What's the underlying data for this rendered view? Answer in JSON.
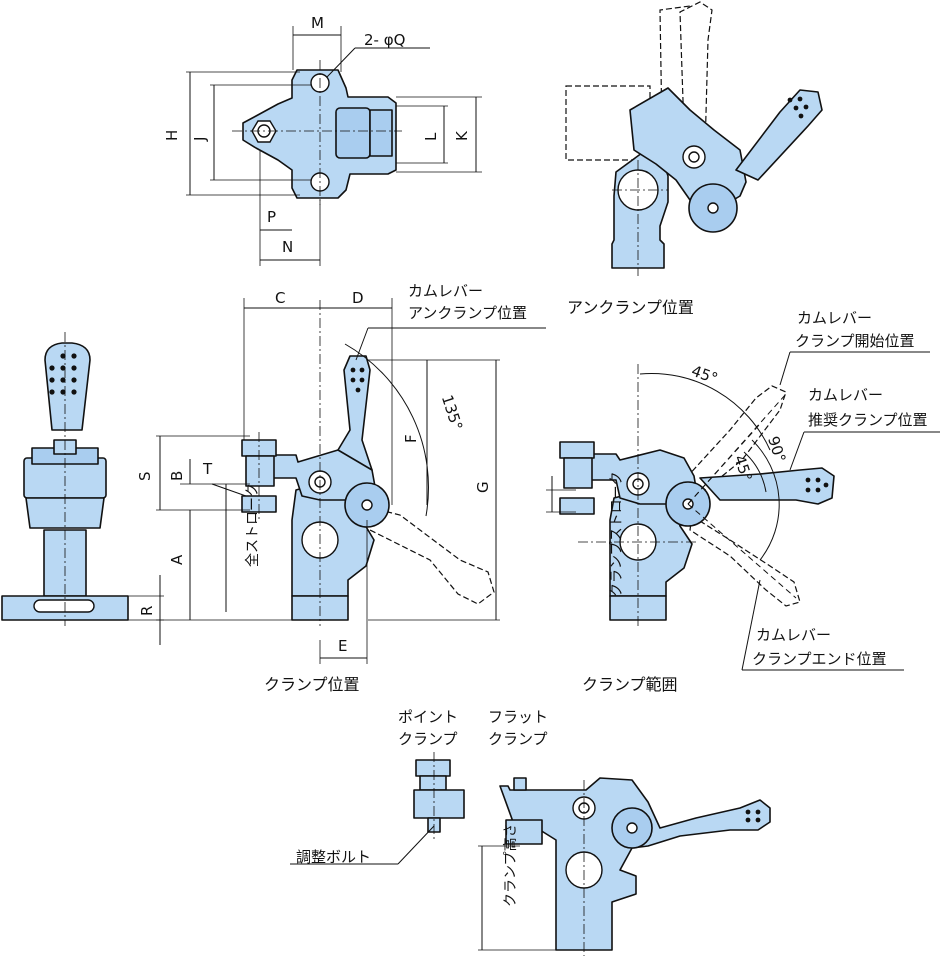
{
  "colors": {
    "part_fill": "#b9d8f3",
    "line": "#111111",
    "background": "#ffffff"
  },
  "dims": {
    "M": "M",
    "Q": "2- φQ",
    "H": "H",
    "J": "J",
    "L": "L",
    "K": "K",
    "P": "P",
    "N": "N",
    "C": "C",
    "D": "D",
    "F": "F",
    "G": "G",
    "S": "S",
    "B": "B",
    "T": "T",
    "A": "A",
    "R": "R",
    "E": "E",
    "angle135": "135°",
    "angle45a": "45°",
    "angle90": "90°",
    "angle45b": "45°"
  },
  "labels": {
    "unclamp_position": "アンクランプ位置",
    "cam_lever_unclamp_1": "カムレバー",
    "cam_lever_unclamp_2": "アンクランプ位置",
    "cam_lever_start_1": "カムレバー",
    "cam_lever_start_2": "クランプ開始位置",
    "cam_lever_rec_1": "カムレバー",
    "cam_lever_rec_2": "推奨クランプ位置",
    "cam_lever_end_1": "カムレバー",
    "cam_lever_end_2": "クランプエンド位置",
    "full_stroke": "全ストローク",
    "clamp_stroke": "クランプストローク",
    "clamp_position": "クランプ位置",
    "clamp_range": "クランプ範囲",
    "point_clamp_1": "ポイント",
    "point_clamp_2": "クランプ",
    "flat_clamp_1": "フラット",
    "flat_clamp_2": "クランプ",
    "adjust_bolt": "調整ボルト",
    "clamp_height": "クランプ高さ"
  }
}
